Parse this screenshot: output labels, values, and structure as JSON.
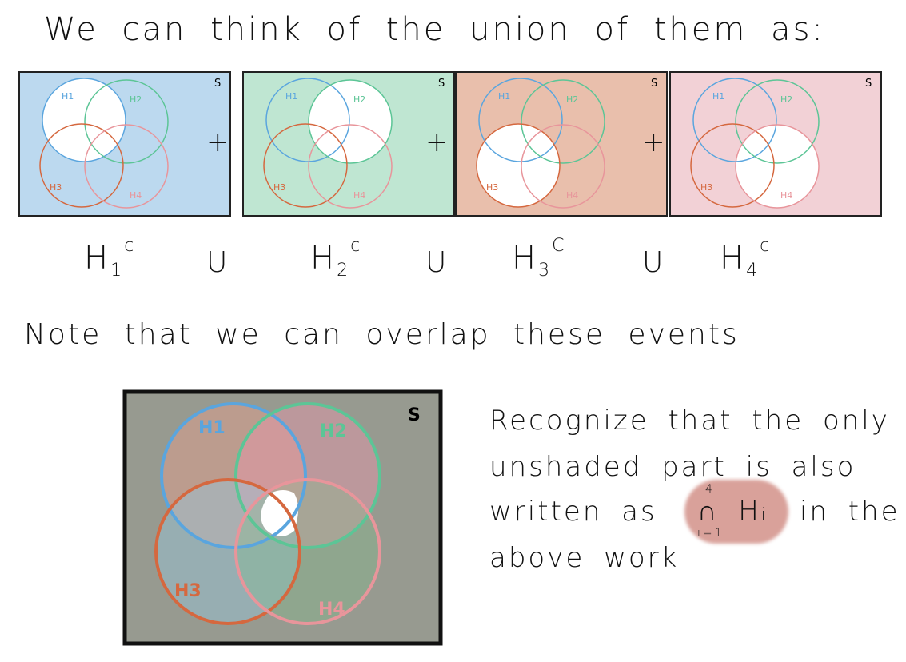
{
  "title": "We can think of the union of them as:",
  "panels": [
    {
      "color": "#bcd9ef",
      "label": "H",
      "index": "1",
      "complement": "c"
    },
    {
      "color": "#bfe6d2",
      "label": "H",
      "index": "2",
      "complement": "c"
    },
    {
      "color": "#e9bfac",
      "label": "H",
      "index": "3",
      "complement": "C"
    },
    {
      "color": "#f2d1d6",
      "label": "H",
      "index": "4",
      "complement": "c"
    }
  ],
  "sample_space_label": "S",
  "set_labels": [
    "H1",
    "H2",
    "H3",
    "H4"
  ],
  "set_colors": [
    "#5aa5de",
    "#5cc596",
    "#d5683f",
    "#e8959b"
  ],
  "plus": "+",
  "union": "U",
  "note": "Note that we can overlap these events",
  "recognize": [
    "Recognize that the only",
    "unshaded part is also",
    "written as",
    "in the",
    "above work"
  ],
  "intersection": {
    "symbol": "∩",
    "upper": "4",
    "lower": "i=1",
    "term": "H",
    "sub": "i"
  }
}
